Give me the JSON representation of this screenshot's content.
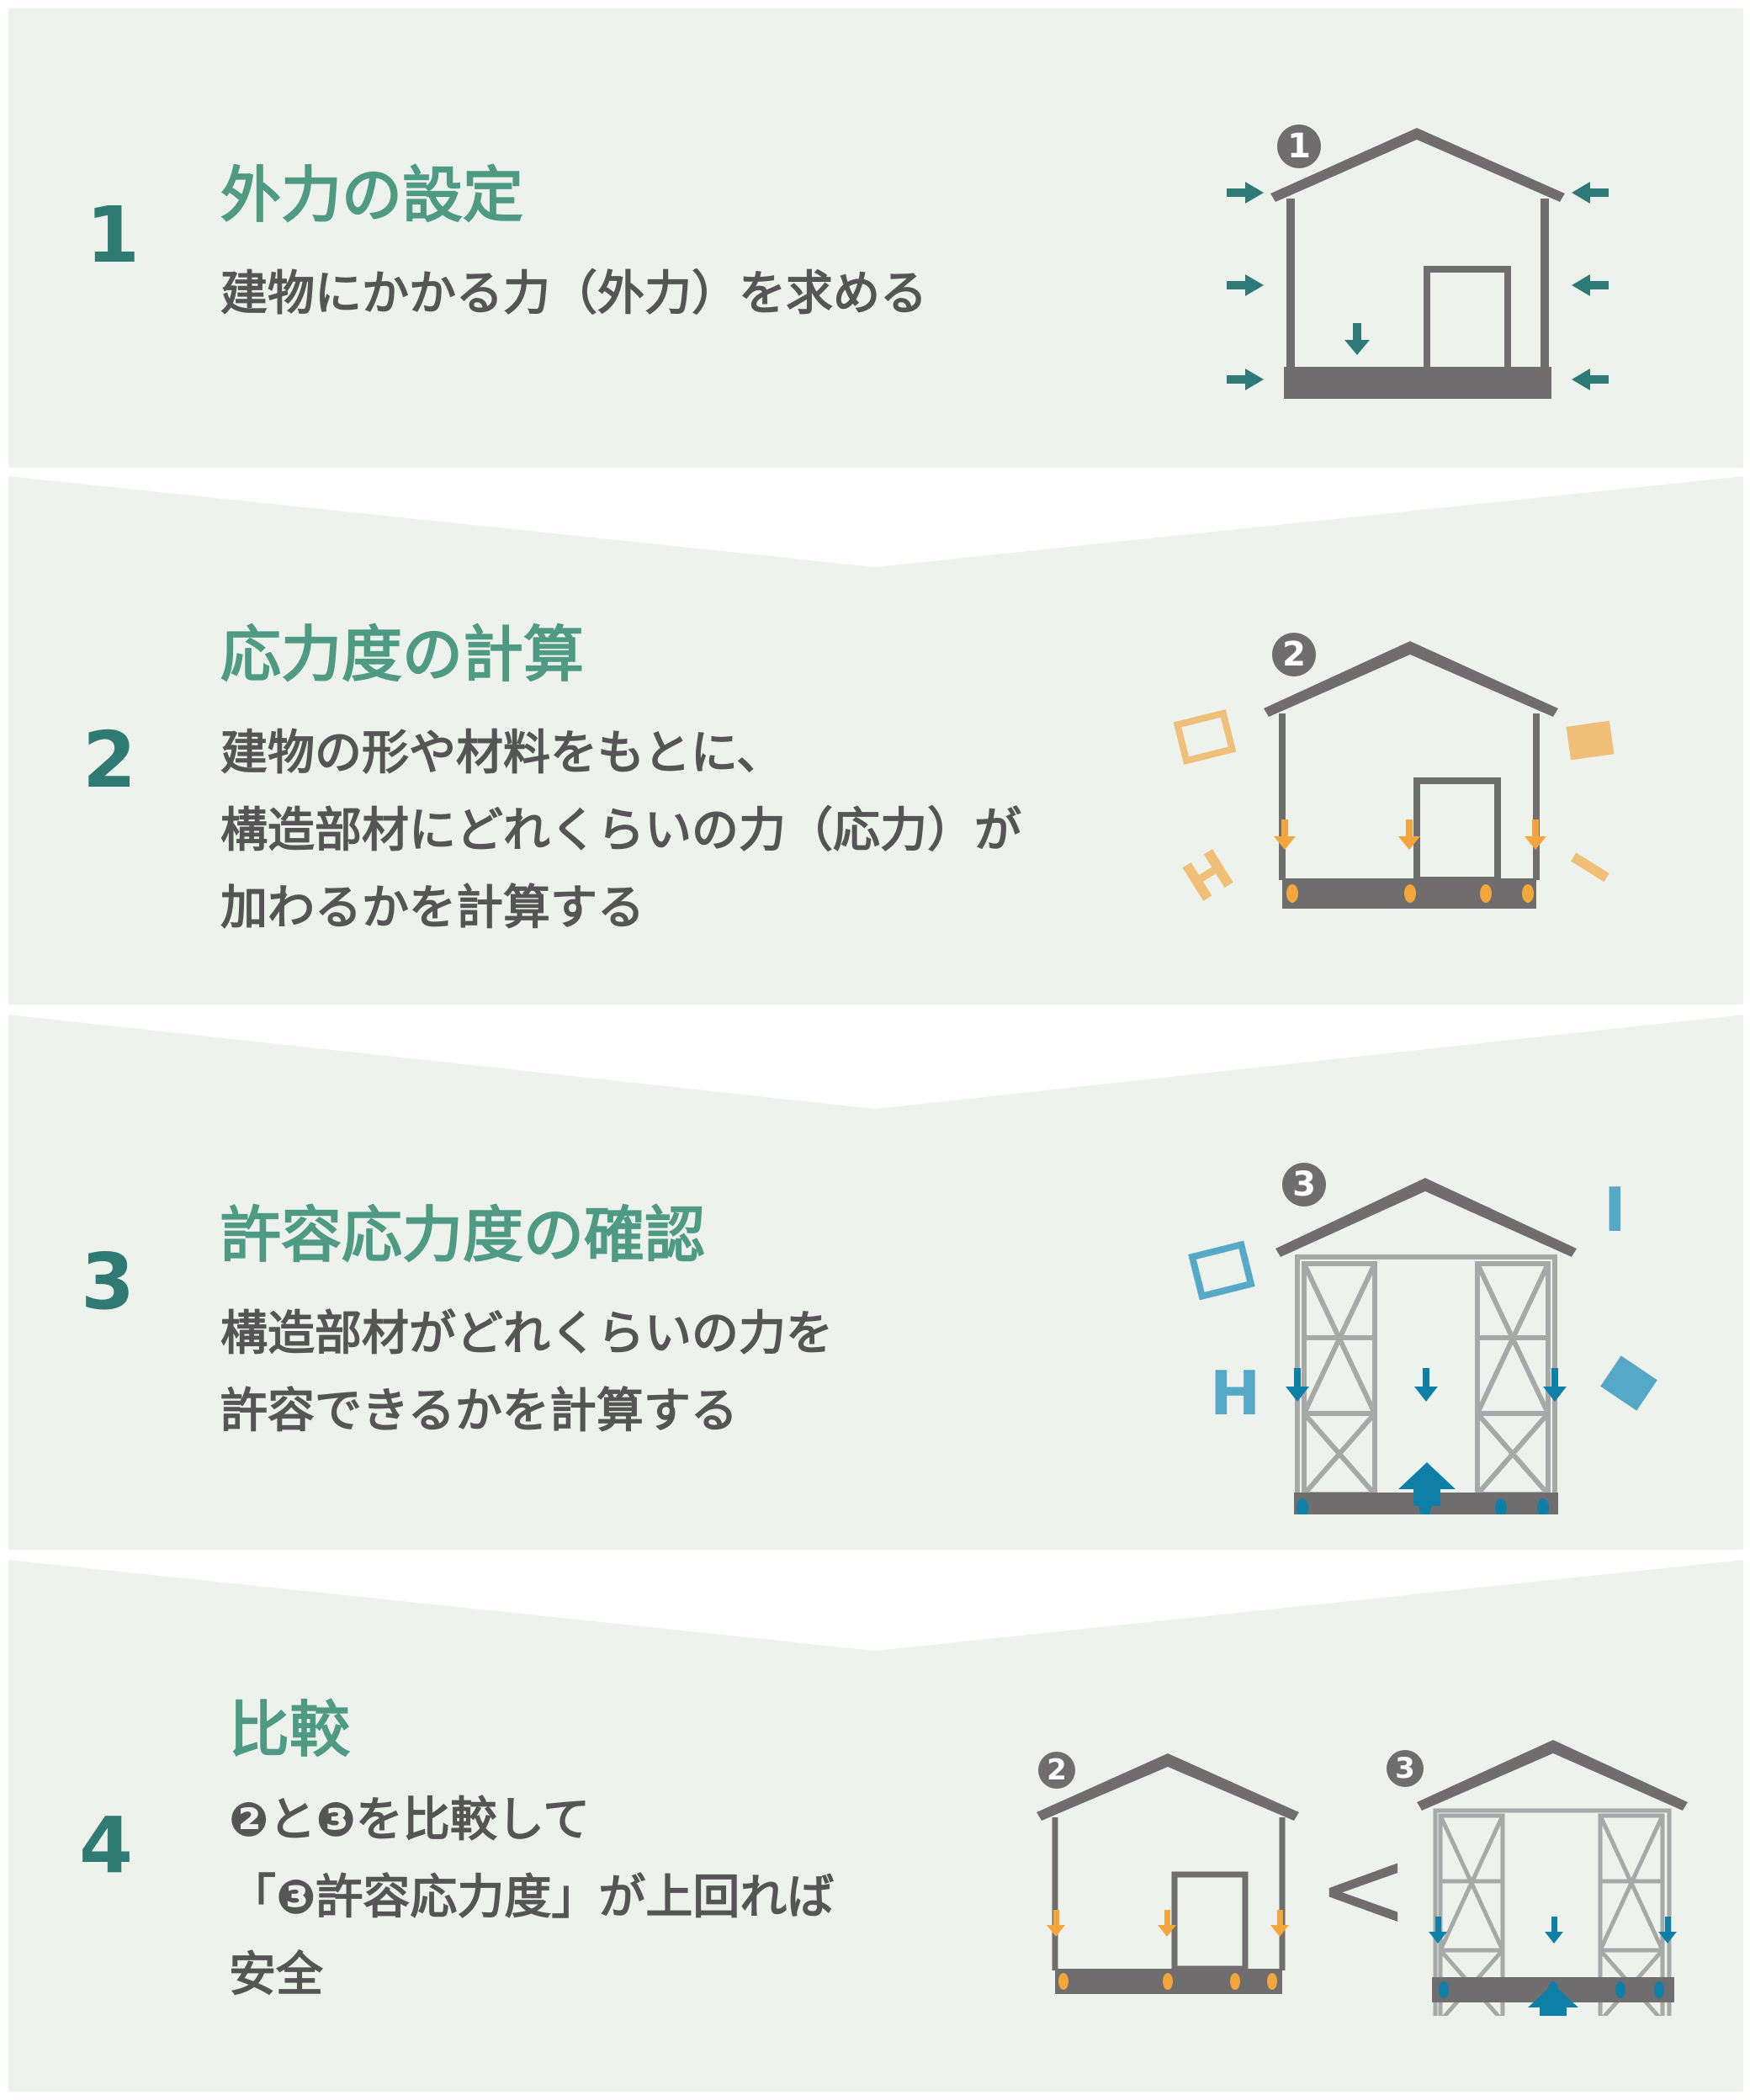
{
  "colors": {
    "background": "#eef2ec",
    "separator": "#ffffff",
    "number": "#2f7a72",
    "title": "#4e9a83",
    "text": "#555555",
    "house": "#6f6d6d",
    "frame": "#a7a9a8",
    "force_arrow": "#2d7a76",
    "stress": "#f2a63b",
    "stress_shape": "#f0c07a",
    "allowable": "#0e80a8",
    "allowable_shape": "#56a9c6"
  },
  "steps": [
    {
      "number": "1",
      "title": "外力の設定",
      "lines": [
        "建物にかかる力（外力）を求める"
      ],
      "icon": {
        "badge": "1",
        "name": "house-external-force-icon"
      }
    },
    {
      "number": "2",
      "title": "応力度の計算",
      "lines": [
        "建物の形や材料をもとに、",
        "構造部材にどれくらいの力（応力）が",
        "加わるかを計算する"
      ],
      "icon": {
        "badge": "2",
        "name": "house-stress-icon"
      }
    },
    {
      "number": "3",
      "title": "許容応力度の確認",
      "lines": [
        "構造部材がどれくらいの力を",
        "許容できるかを計算する"
      ],
      "icon": {
        "badge": "3",
        "name": "house-allowable-stress-icon"
      }
    },
    {
      "number": "4",
      "title": "比較",
      "lines": [
        "❷と❸を比較して",
        "「❸許容応力度」が上回れば",
        "安全"
      ],
      "icon": {
        "left_badge": "2",
        "right_badge": "3",
        "comparison": "<",
        "name": "comparison-icon"
      }
    }
  ],
  "shape_labels": {
    "h": "H",
    "i": "I"
  }
}
